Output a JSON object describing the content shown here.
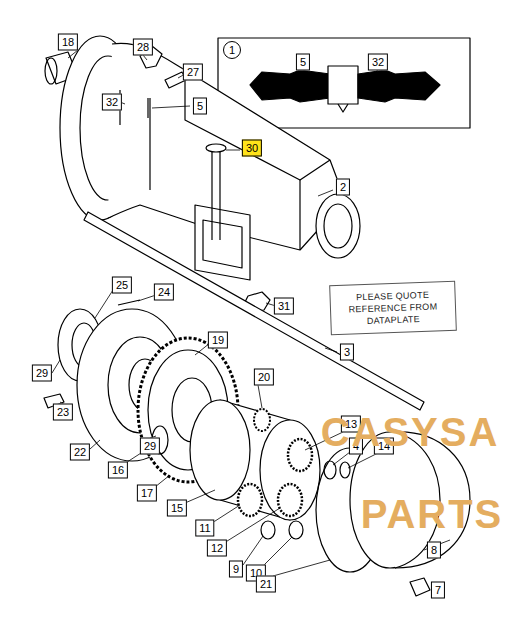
{
  "diagram": {
    "nodes": [
      {
        "text": [
          "PLEASE QUOTE REFERENCE FROM DATAPLATE"
        ]
      }
    ],
    "labels": [
      "18",
      "28",
      "1",
      "5",
      "32",
      "27",
      "32",
      "5",
      "30",
      "2",
      "25",
      "24",
      "31",
      "29",
      "19",
      "3",
      "20",
      "23",
      "22",
      "29",
      "13",
      "4",
      "14",
      "16",
      "17",
      "15",
      "11",
      "12",
      "9",
      "10",
      "21",
      "8",
      "7",
      "CASYSA",
      "PARTS"
    ]
  }
}
